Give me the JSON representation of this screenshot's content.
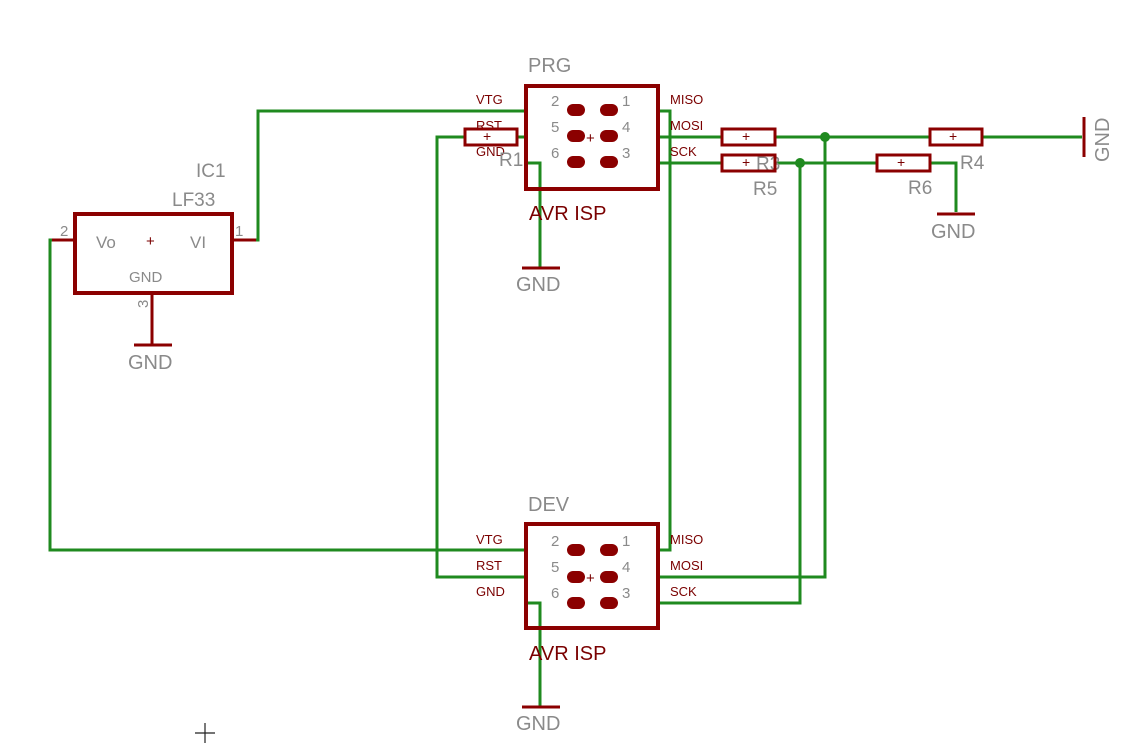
{
  "labels": {
    "prg": "PRG",
    "dev": "DEV",
    "avr_isp": "AVR ISP",
    "ic1": "IC1",
    "lf33": "LF33",
    "gnd": "GND",
    "r1": "R1",
    "r3": "R3",
    "r4": "R4",
    "r5": "R5",
    "r6": "R6",
    "plus": "+"
  },
  "regulator": {
    "vo": "Vo",
    "vi": "VI",
    "gnd": "GND",
    "pin1": "1",
    "pin2": "2",
    "pin3": "3"
  },
  "isp_pins": {
    "vtg": "VTG",
    "rst": "RST",
    "gnd": "GND",
    "miso": "MISO",
    "mosi": "MOSI",
    "sck": "SCK",
    "n1": "1",
    "n2": "2",
    "n3": "3",
    "n4": "4",
    "n5": "5",
    "n6": "6"
  },
  "colors": {
    "wire": "#1f8a1f",
    "component": "#8b0000",
    "label": "#8a8a8a"
  }
}
